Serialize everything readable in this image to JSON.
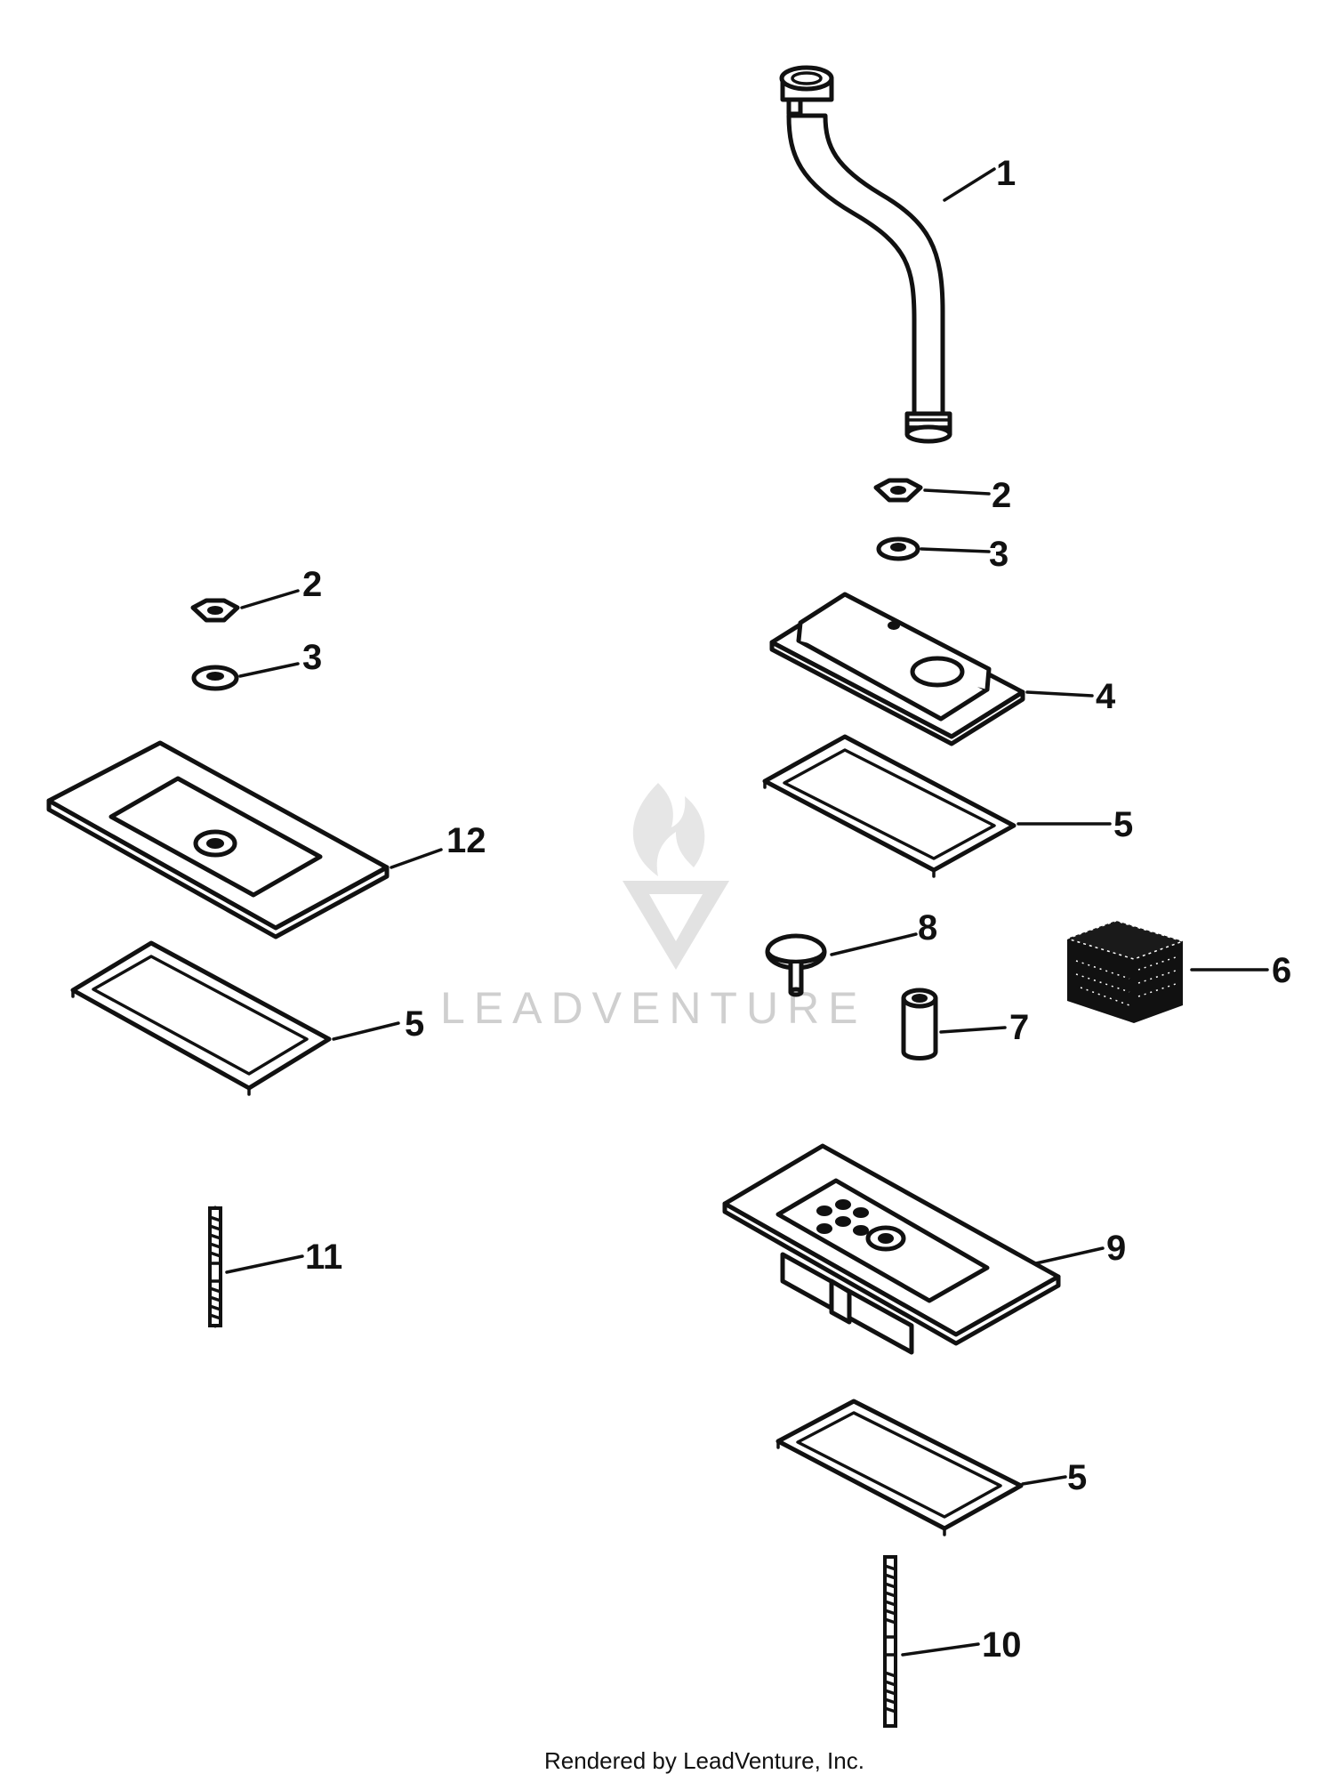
{
  "watermark": {
    "text": "LEADVENTURE"
  },
  "footer": {
    "credit": "Rendered by LeadVenture, Inc."
  },
  "callouts": {
    "p1": "1",
    "p2_right": "2",
    "p3_right": "3",
    "p2_left": "2",
    "p3_left": "3",
    "p4": "4",
    "p5_right_top": "5",
    "p12": "12",
    "p5_left": "5",
    "p8": "8",
    "p6": "6",
    "p7": "7",
    "p11": "11",
    "p9": "9",
    "p5_right_bottom": "5",
    "p10": "10"
  }
}
